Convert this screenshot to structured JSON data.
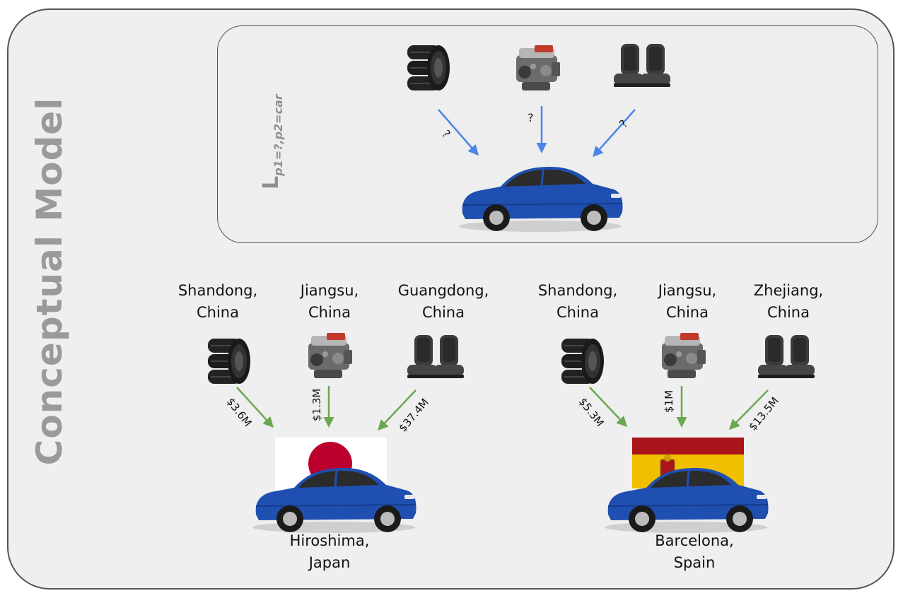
{
  "title": "Conceptual Model",
  "formula": {
    "main": "L",
    "sub": "p1=?,p2=car"
  },
  "top": {
    "labels": [
      "?",
      "?",
      "?"
    ]
  },
  "left": {
    "sources": [
      {
        "line1": "Shandong,",
        "line2": "China",
        "part": "tires"
      },
      {
        "line1": "Jiangsu,",
        "line2": "China",
        "part": "engine"
      },
      {
        "line1": "Guangdong,",
        "line2": "China",
        "part": "seats"
      }
    ],
    "amounts": [
      "$3.6M",
      "$1.3M",
      "$37.4M"
    ],
    "dest": {
      "line1": "Hiroshima,",
      "line2": "Japan",
      "flag": "japan-flag"
    }
  },
  "right": {
    "sources": [
      {
        "line1": "Shandong,",
        "line2": "China",
        "part": "tires"
      },
      {
        "line1": "Jiangsu,",
        "line2": "China",
        "part": "engine"
      },
      {
        "line1": "Zhejiang,",
        "line2": "China",
        "part": "seats"
      }
    ],
    "amounts": [
      "$5.3M",
      "$1M",
      "$13.5M"
    ],
    "dest": {
      "line1": "Barcelona,",
      "line2": "Spain",
      "flag": "spain-flag"
    }
  },
  "colors": {
    "blue_arrow": "#4a86e8",
    "green_arrow": "#6aa84f",
    "car": "#1f4fb0",
    "japan_red": "#bc002d",
    "spain_red": "#aa151b",
    "spain_yellow": "#f1bf00"
  }
}
